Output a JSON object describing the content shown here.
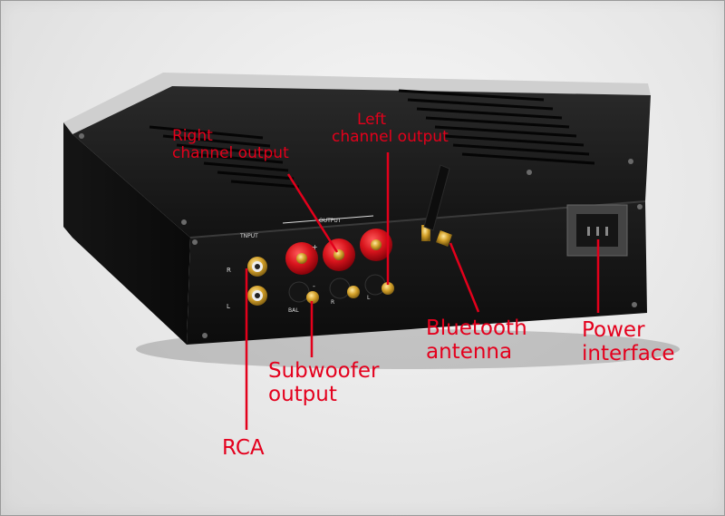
{
  "labels": {
    "right_channel": [
      "Right",
      "channel output"
    ],
    "left_channel": [
      "Left",
      "channel output"
    ],
    "bluetooth": [
      "Bluetooth",
      "antenna"
    ],
    "power": [
      "Power",
      "interface"
    ],
    "subwoofer": [
      "Subwoofer",
      "output"
    ],
    "rca": "RCA"
  },
  "panel_print": {
    "input": "TNPUT",
    "output": "OUTPUT",
    "r": "R",
    "l": "L",
    "bal": "BAL",
    "plus": "+",
    "minus": "-"
  },
  "colors": {
    "label_red": "#e3001b",
    "chassis": "#1a1a1a",
    "binding_post_red": "#d8141c",
    "gold": "#d4a12a",
    "connector_box": "#444444"
  }
}
